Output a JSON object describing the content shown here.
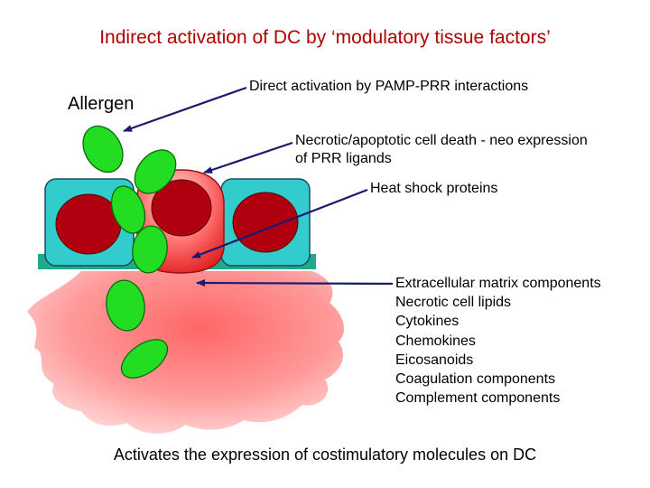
{
  "title": "Indirect activation of DC by ‘modulatory tissue factors’",
  "allergen_label": "Allergen",
  "labels": {
    "direct": "Direct activation by PAMP-PRR interactions",
    "necrotic_line1": "Necrotic/apoptotic cell death - neo expression",
    "necrotic_line2": "of PRR ligands",
    "heat_shock": "Heat shock proteins"
  },
  "factors": [
    "Extracellular matrix components",
    "Necrotic cell lipids",
    "Cytokines",
    "Chemokines",
    "Eicosanoids",
    "Coagulation components",
    "Complement components"
  ],
  "footer": "Activates the expression of costimulatory molecules on DC",
  "colors": {
    "title": "#b00000",
    "cell": "#33cccc",
    "nucleus": "#b00010",
    "membrane": "#22aa88",
    "tissue": "#ff8080",
    "allergen": "#22dd22",
    "arrow": "#1a1a6e"
  }
}
